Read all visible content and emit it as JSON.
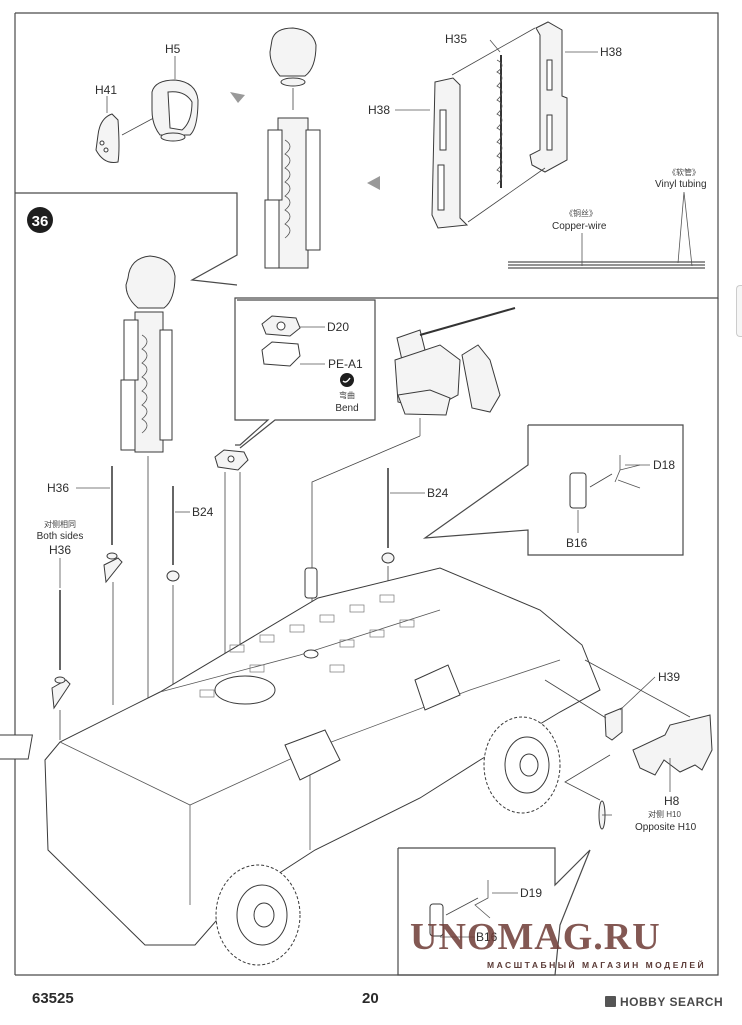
{
  "document": {
    "kit_number": "63525",
    "page_number": "20",
    "step_number": "36"
  },
  "top_panel": {
    "labels": {
      "h41": "H41",
      "h5": "H5",
      "h35": "H35",
      "h38_right": "H38",
      "h38_left": "H38"
    },
    "vinyl_tubing": {
      "cn": "《软管》",
      "en": "Vinyl tubing"
    },
    "copper_wire": {
      "cn": "《铜丝》",
      "en": "Copper-wire"
    }
  },
  "callout_d20": {
    "d20": "D20",
    "pe_a1": "PE-A1",
    "bend_icon": "bend-icon",
    "bend_cn": "弯曲",
    "bend_en": "Bend"
  },
  "antennas": {
    "h36_top": "H36",
    "b24_left": "B24",
    "both_sides_cn": "对侧相同",
    "both_sides_en": "Both sides",
    "h36_bottom": "H36",
    "b24_right": "B24"
  },
  "callout_mirror_right": {
    "d18": "D18",
    "b16": "B16"
  },
  "side_parts": {
    "h39": "H39",
    "h8": "H8",
    "opposite_cn": "对侧 H10",
    "opposite_en": "Opposite H10"
  },
  "callout_mirror_left": {
    "d19": "D19",
    "b16": "B16"
  },
  "watermark": {
    "title": "UNOMAG.RU",
    "subtitle": "МАСШТАБНЫЙ МАГАЗИН МОДЕЛЕЙ"
  },
  "brand": {
    "name": "HOBBY SEARCH"
  }
}
